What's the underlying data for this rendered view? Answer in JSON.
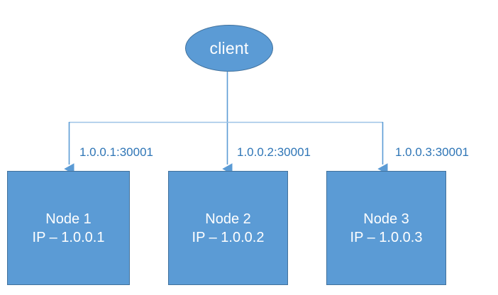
{
  "diagram": {
    "title_node": {
      "label": "client",
      "shape": "ellipse"
    },
    "nodes": [
      {
        "title": "Node 1",
        "ip": "IP – 1.0.0.1"
      },
      {
        "title": "Node 2",
        "ip": "IP – 1.0.0.2"
      },
      {
        "title": "Node 3",
        "ip": "IP – 1.0.0.3"
      }
    ],
    "edge_labels": [
      "1.0.0.1:30001",
      "1.0.0.2:30001",
      "1.0.0.3:30001"
    ],
    "colors": {
      "shape_fill": "#5B9BD5",
      "shape_border": "#41719C",
      "shape_text": "#FFFFFF",
      "connector": "#5B9BD5",
      "edge_label_text": "#2E75B6",
      "background": "#FFFFFF"
    }
  }
}
